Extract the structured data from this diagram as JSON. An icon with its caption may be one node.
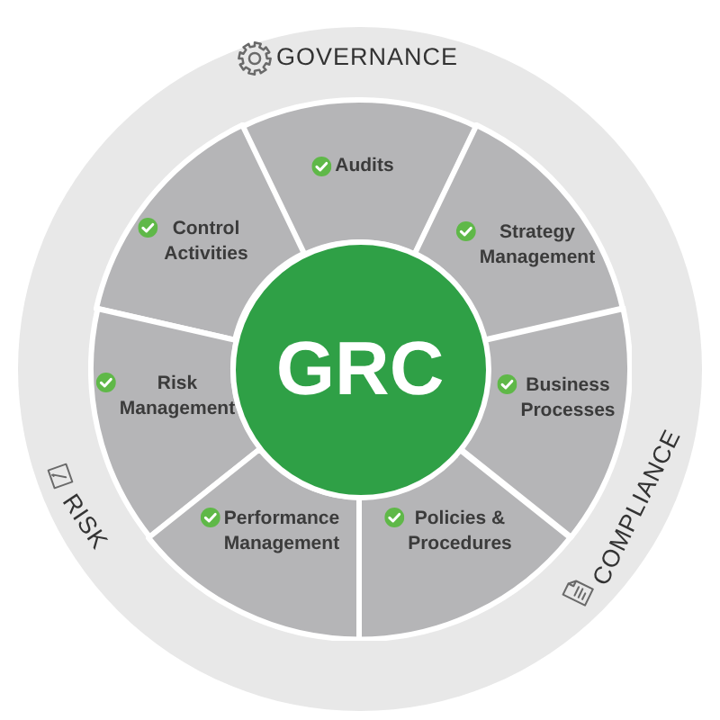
{
  "diagram": {
    "nodes": [
      {
        "text": [
          "GOVERNANCE",
          "RISK",
          "COMPLIANCE"
        ]
      },
      {
        "text": [
          "Audits"
        ],
        "in": 0
      },
      {
        "text": [
          "Control Activities"
        ],
        "in": 0
      },
      {
        "text": [
          "Strategy Management"
        ],
        "in": 0
      },
      {
        "text": [
          "GRC"
        ],
        "in": 0
      },
      {
        "text": [
          "Risk Management"
        ],
        "in": 0
      },
      {
        "text": [
          "Business Processes"
        ],
        "in": 0
      },
      {
        "text": [
          "Performance Management"
        ],
        "in": 0
      },
      {
        "text": [
          "Policies & Procedures"
        ],
        "in": 0
      }
    ]
  }
}
